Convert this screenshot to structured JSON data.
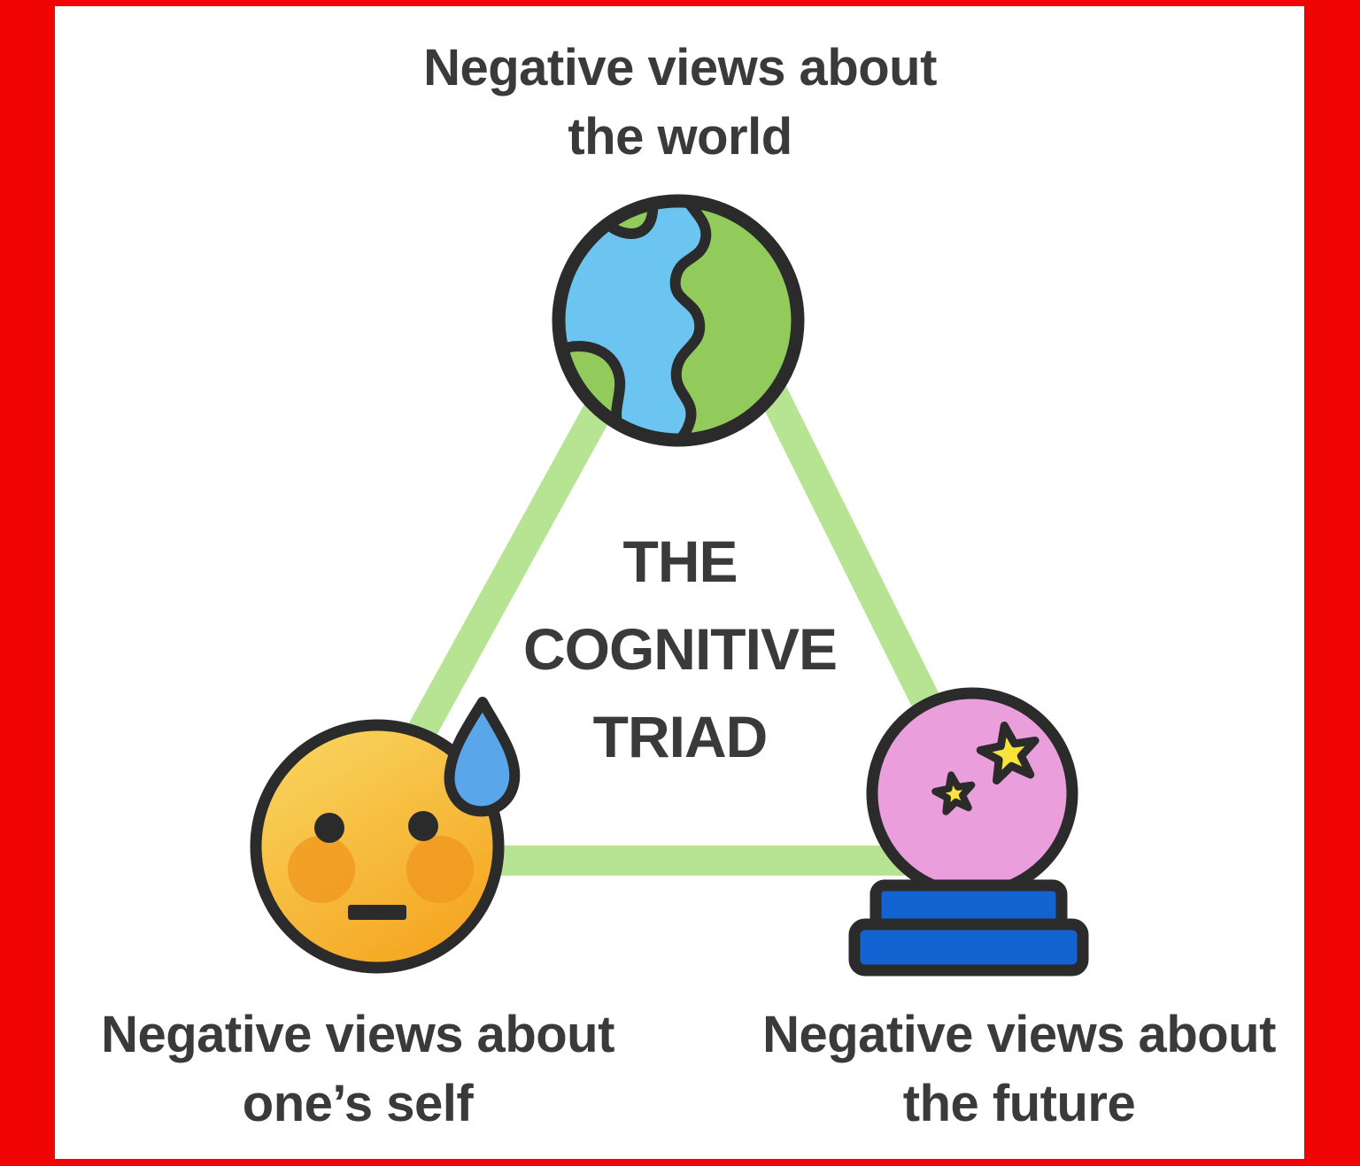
{
  "title": {
    "lines": [
      "THE",
      "COGNITIVE",
      "TRIAD"
    ]
  },
  "labels": {
    "world": {
      "line1": "Negative views about",
      "line2": "the world"
    },
    "self": {
      "line1": "Negative views about",
      "line2": "one’s self"
    },
    "future": {
      "line1": "Negative views about",
      "line2": "the future"
    }
  },
  "icons": {
    "world": "earth-globe-icon",
    "self": "flushed-face-sweat-drop-icon",
    "future": "crystal-ball-icon"
  },
  "colors": {
    "frame_red": "#F10404",
    "canvas_white": "#FFFFFF",
    "text_dark": "#3A3A3A",
    "outline_dark": "#2B2B2B",
    "triangle_green": "#B7E493",
    "globe_land": "#92CB5C",
    "globe_ocean": "#6CC5F0",
    "face_light": "#F8D55F",
    "face_deep": "#F5A41F",
    "blush_orange": "#F0991F",
    "drop_blue": "#59A7EA",
    "ball_pink": "#EA9FDC",
    "star_yellow": "#F7E33C",
    "base_blue": "#1363D2"
  }
}
